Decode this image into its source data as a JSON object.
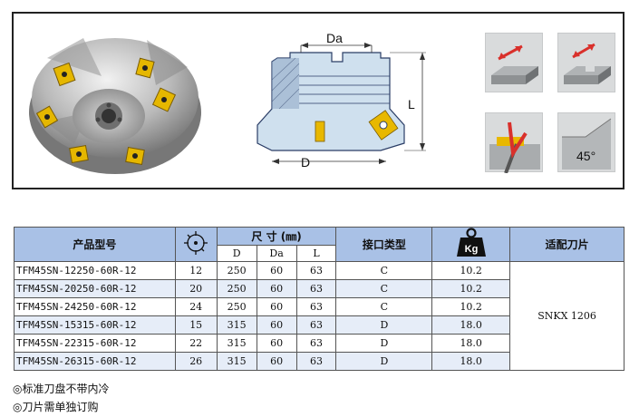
{
  "drawing": {
    "label_da": "Da",
    "label_d": "D",
    "label_l": "L",
    "label_angle": "45°"
  },
  "table": {
    "headers": {
      "model": "产品型号",
      "dims": "尺 寸 (㎜)",
      "d": "D",
      "da": "Da",
      "l": "L",
      "interface": "接口类型",
      "weight_icon_label": "Kg",
      "insert": "适配刀片"
    },
    "insert_value": "SNKX 1206",
    "rows": [
      {
        "model": "TFM45SN-12250-60R-12",
        "teeth": "12",
        "d": "250",
        "da": "60",
        "l": "63",
        "interface": "C",
        "weight": "10.2"
      },
      {
        "model": "TFM45SN-20250-60R-12",
        "teeth": "20",
        "d": "250",
        "da": "60",
        "l": "63",
        "interface": "C",
        "weight": "10.2"
      },
      {
        "model": "TFM45SN-24250-60R-12",
        "teeth": "24",
        "d": "250",
        "da": "60",
        "l": "63",
        "interface": "C",
        "weight": "10.2"
      },
      {
        "model": "TFM45SN-15315-60R-12",
        "teeth": "15",
        "d": "315",
        "da": "60",
        "l": "63",
        "interface": "D",
        "weight": "18.0"
      },
      {
        "model": "TFM45SN-22315-60R-12",
        "teeth": "22",
        "d": "315",
        "da": "60",
        "l": "63",
        "interface": "D",
        "weight": "18.0"
      },
      {
        "model": "TFM45SN-26315-60R-12",
        "teeth": "26",
        "d": "315",
        "da": "60",
        "l": "63",
        "interface": "D",
        "weight": "18.0"
      }
    ]
  },
  "notes": [
    "◎标准刀盘不带内冷",
    "◎刀片需单独订购"
  ],
  "colors": {
    "header_bg": "#a9c1e6",
    "row_alt": "#e6edf8",
    "insert_yellow": "#e8b800",
    "arrow_red": "#d9302b"
  }
}
